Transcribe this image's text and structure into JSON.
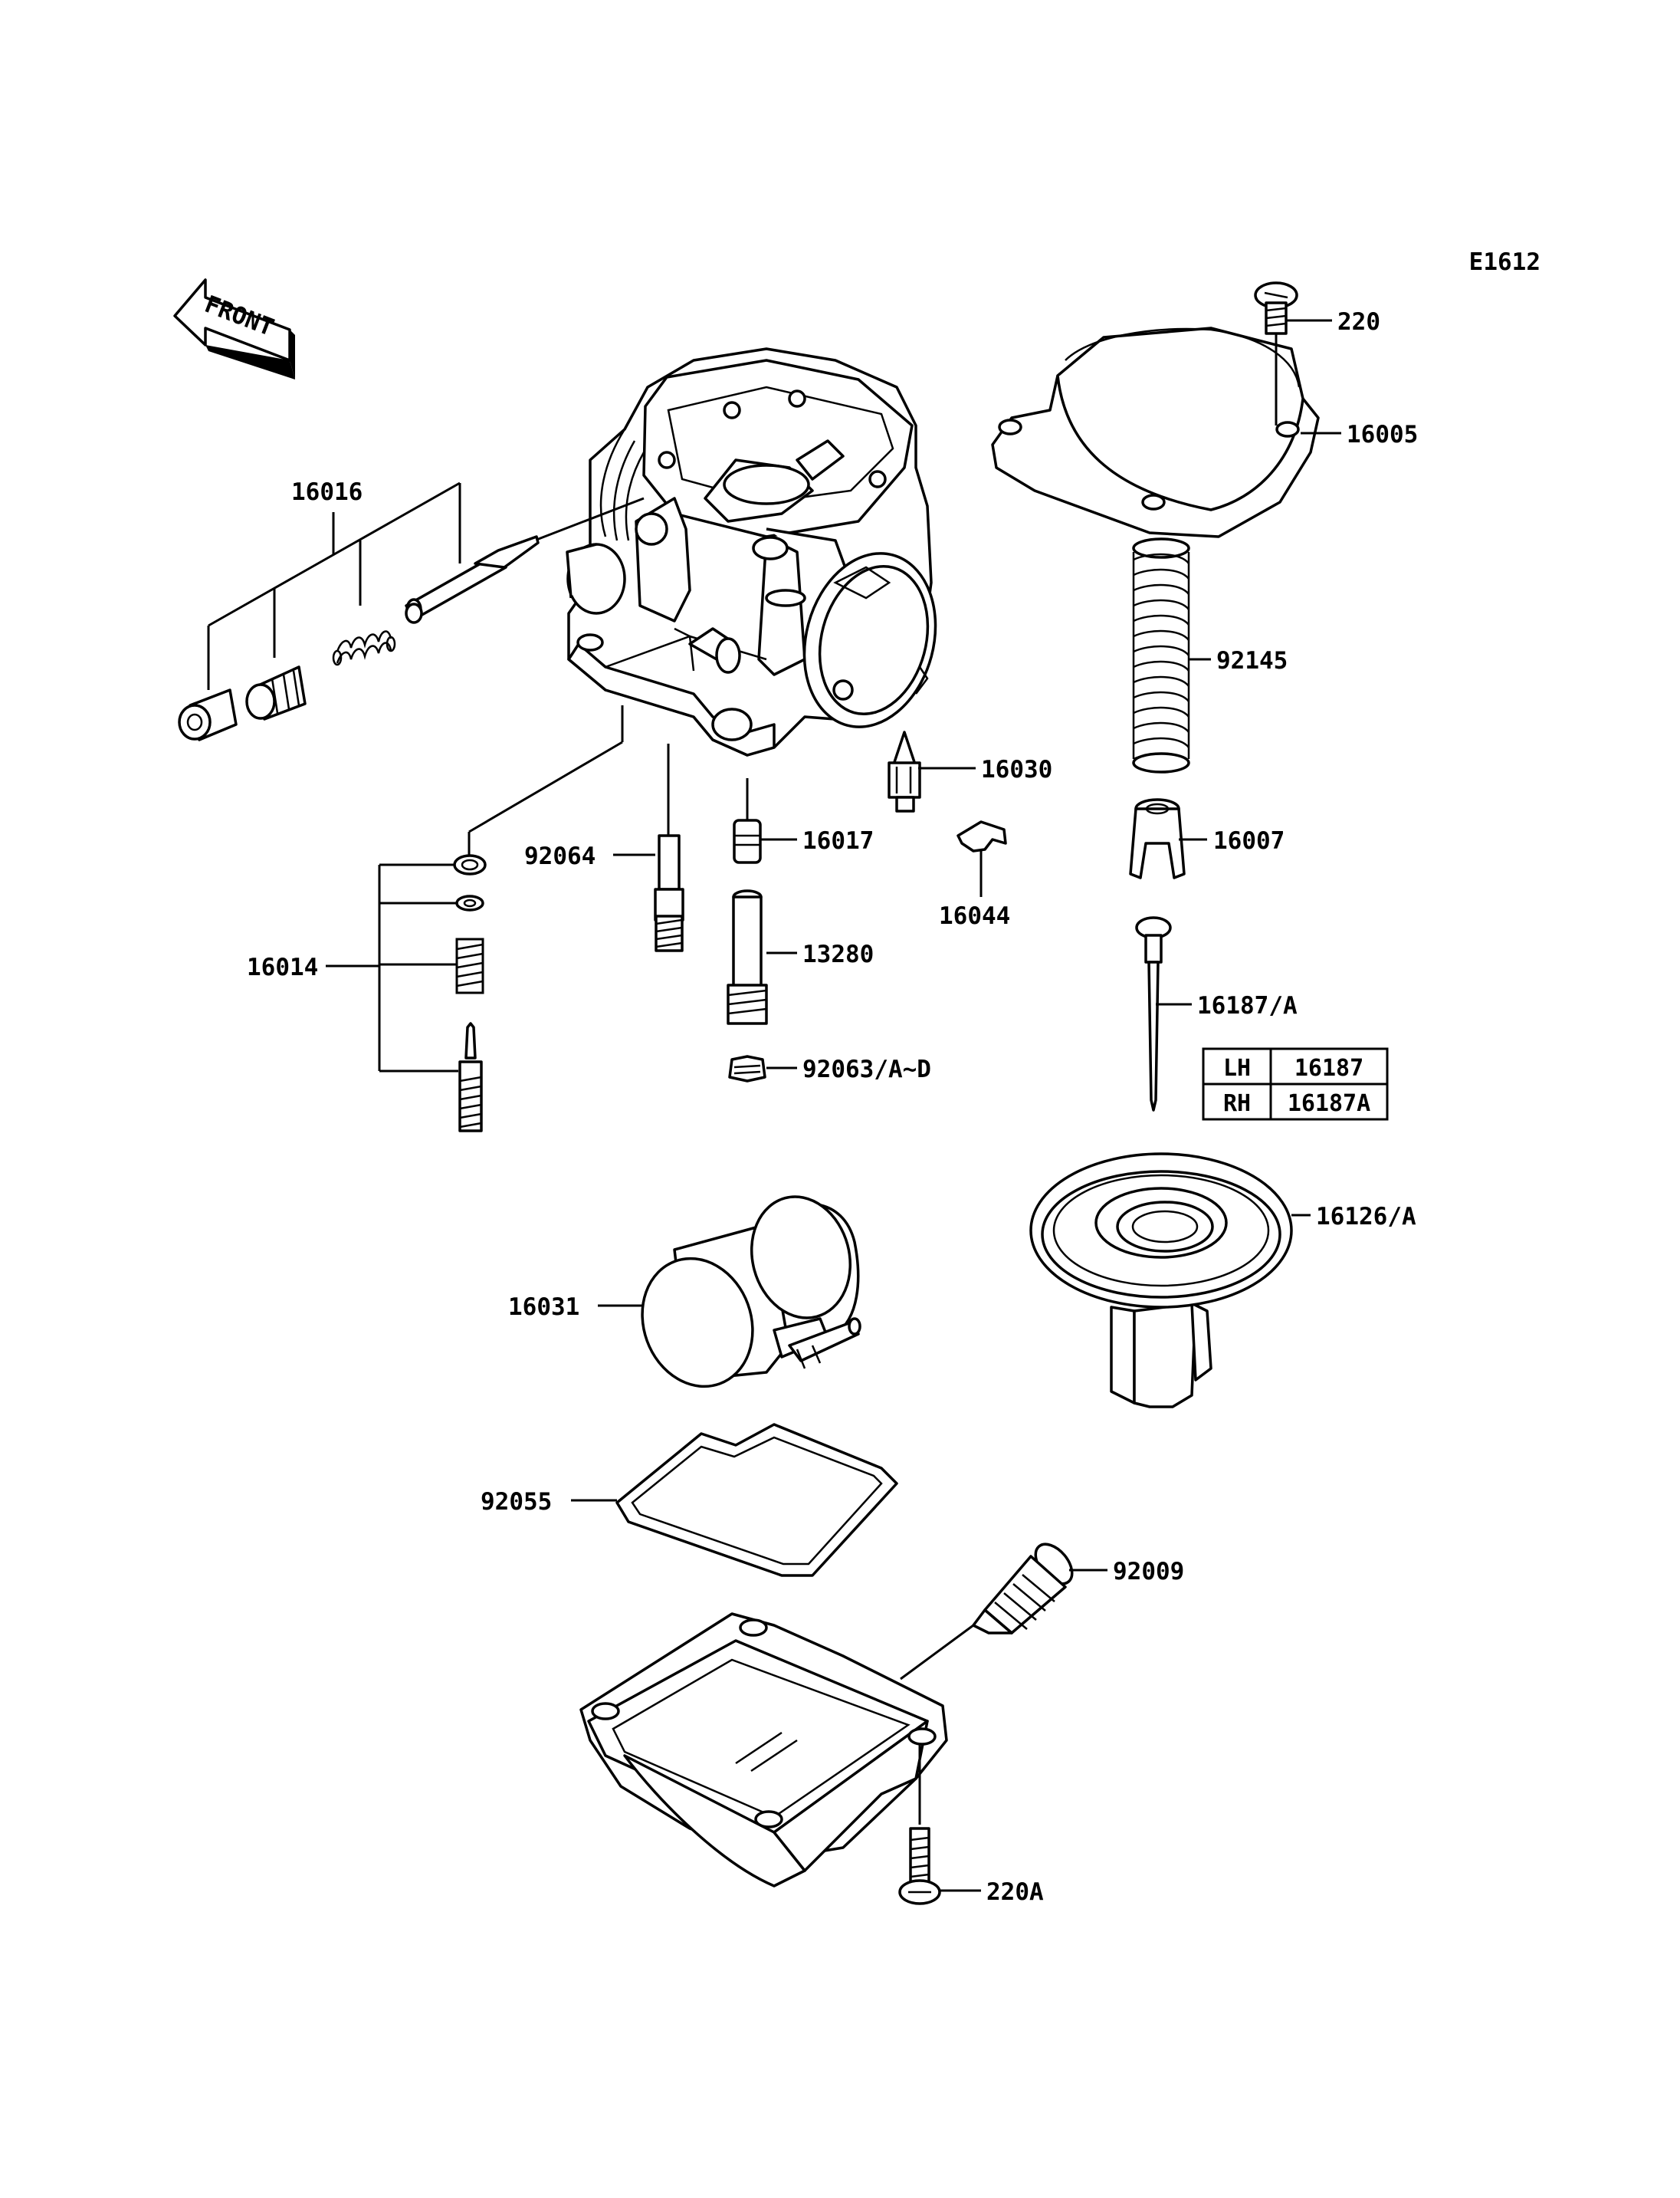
{
  "diagram": {
    "code": "E1612",
    "front_label": "FRONT",
    "callouts": {
      "p220": "220",
      "p16005": "16005",
      "p16016": "16016",
      "p92145": "92145",
      "p16030": "16030",
      "p92064": "92064",
      "p16017": "16017",
      "p16007": "16007",
      "p16044": "16044",
      "p16014": "16014",
      "p13280": "13280",
      "p16187A": "16187/A",
      "p92063": "92063/A~D",
      "p16126A": "16126/A",
      "p16031": "16031",
      "p92055": "92055",
      "p92009": "92009",
      "p220A": "220A"
    },
    "variant_table": [
      {
        "side": "LH",
        "part": "16187"
      },
      {
        "side": "RH",
        "part": "16187A"
      }
    ]
  }
}
